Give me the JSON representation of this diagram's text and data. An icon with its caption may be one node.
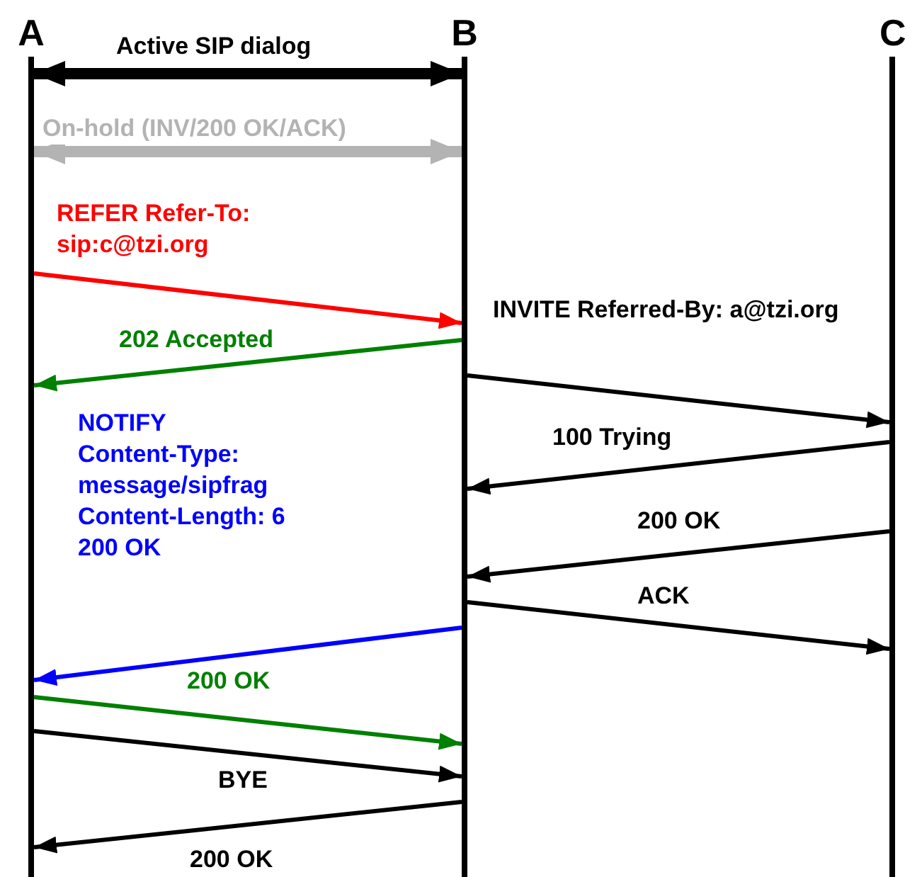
{
  "diagram": {
    "nodes": [
      {
        "text": [
          "A"
        ]
      },
      {
        "text": [
          "B"
        ]
      },
      {
        "text": [
          "C"
        ]
      }
    ],
    "edges": [
      {
        "from": 0,
        "to": 1,
        "arrow": "both",
        "label": "Active SIP dialog",
        "style": "thick"
      },
      {
        "from": 0,
        "to": 1,
        "arrow": "both",
        "label": "On-hold (INV/200 OK/ACK)",
        "style": "thick",
        "color": "#b3b3b3"
      },
      {
        "from": 0,
        "to": 1,
        "arrow": "to",
        "label": "REFER Refer-To: sip:c@tzi.org",
        "color": "#ff0000"
      },
      {
        "from": 1,
        "to": 0,
        "arrow": "to",
        "label": "202 Accepted",
        "color": "#008000"
      },
      {
        "from": 1,
        "to": 2,
        "arrow": "to",
        "label": "INVITE Referred-By: a@tzi.org"
      },
      {
        "from": 2,
        "to": 1,
        "arrow": "to",
        "label": "100 Trying"
      },
      {
        "from": 2,
        "to": 1,
        "arrow": "to",
        "label": "200 OK"
      },
      {
        "from": 1,
        "to": 2,
        "arrow": "to",
        "label": "ACK"
      },
      {
        "from": 1,
        "to": 0,
        "arrow": "to",
        "label": "NOTIFY Content-Type: message/sipfrag Content-Length: 6 200 OK",
        "color": "#0000ff"
      },
      {
        "from": 0,
        "to": 1,
        "arrow": "to",
        "label": "200 OK",
        "color": "#008000"
      },
      {
        "from": 0,
        "to": 1,
        "arrow": "to",
        "label": "BYE"
      },
      {
        "from": 1,
        "to": 0,
        "arrow": "to",
        "label": "200 OK"
      }
    ]
  }
}
